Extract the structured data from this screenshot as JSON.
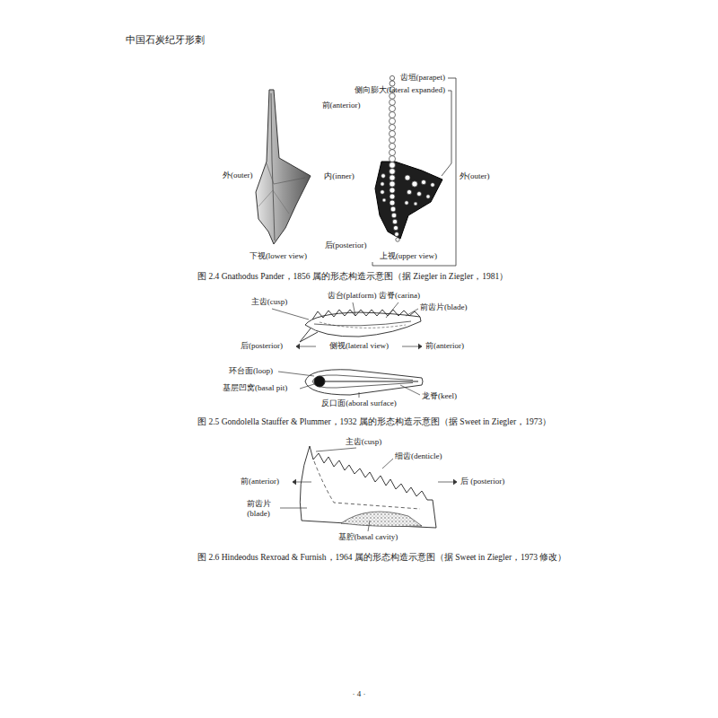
{
  "diagram": {
    "labels": [
      "中国石炭纪牙形刺",
      "齿垣(parapet)",
      "侧向膨大(lateral expanded)",
      "前(anterior)",
      "外(outer)",
      "内(inner)",
      "外(outer)",
      "后(posterior)",
      "下视(lower view)",
      "上视(upper view)",
      "图 2.4 Gnathodus Pander，1856 属的形态构造示意图（据 Ziegler in Ziegler，1981）",
      "主齿(cusp)",
      "齿台(platform)",
      "齿脊(carina)",
      "前齿片(blade)",
      "后(posterior)",
      "侧视(lateral view)",
      "前(anterior)",
      "环台面(loop)",
      "基层凹窝(basal pit)",
      "反口面(aboral surface)",
      "龙脊(keel)",
      "图 2.5 Gondolella Stauffer & Plummer，1932 属的形态构造示意图（据 Sweet in Ziegler，1973）",
      "主齿(cusp)",
      "细齿(denticle)",
      "前(anterior)",
      "后 (posterior)",
      "前齿片 (blade)",
      "基腔(basal cavity)",
      "图 2.6 Hindeodus Rexroad & Furnish，1964 属的形态构造示意图（据 Sweet in Ziegler，1973 修改）",
      "· 4 ·"
    ]
  }
}
